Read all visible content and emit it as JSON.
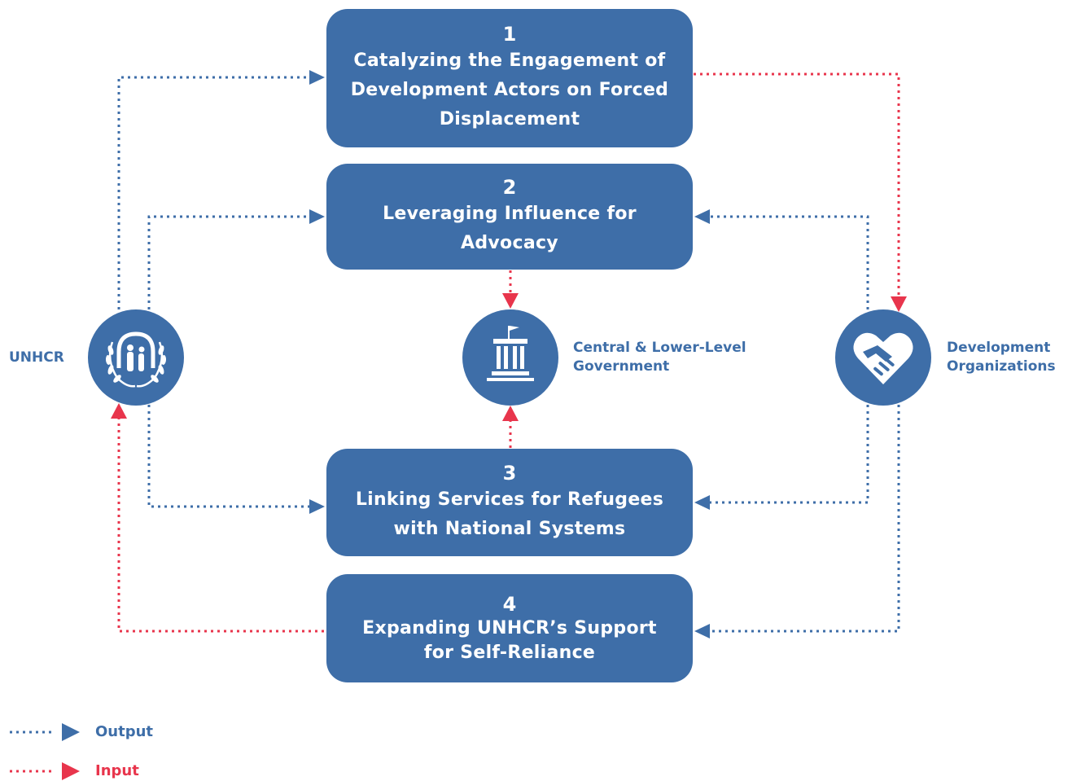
{
  "boxes": [
    {
      "number": "1",
      "title": "Catalyzing the Engagement of Development Actors on Forced Displacement"
    },
    {
      "number": "2",
      "title": "Leveraging Influence for Advocacy"
    },
    {
      "number": "3",
      "title": "Linking Services for Refugees with National Systems"
    },
    {
      "number": "4",
      "title": "Expanding UNHCR’s Support for Self-Reliance"
    }
  ],
  "nodes": {
    "unhcr": {
      "label": "UNHCR",
      "icon": "unhcr-emblem-icon"
    },
    "government": {
      "label": "Central & Lower-Level Government",
      "icon": "government-building-icon"
    },
    "development": {
      "label": "Development Organizations",
      "icon": "heart-handshake-icon"
    }
  },
  "legend": {
    "output": {
      "label": "Output",
      "color": "#3e6ea8"
    },
    "input": {
      "label": "Input",
      "color": "#e8354c"
    }
  },
  "colors": {
    "primary": "#3e6ea8",
    "accent": "#e8354c"
  }
}
